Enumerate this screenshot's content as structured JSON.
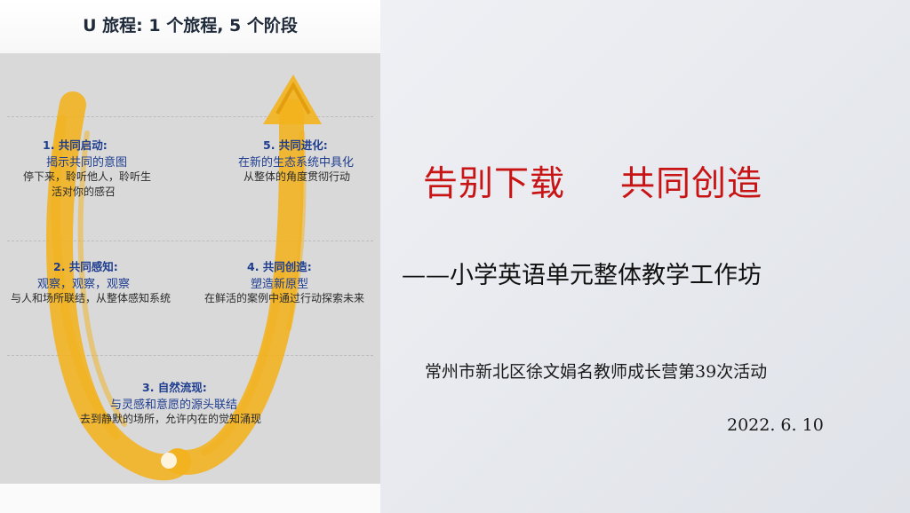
{
  "left_panel": {
    "title": "U 旅程: 1 个旅程, 5 个阶段",
    "stages": [
      {
        "head": "1.  共同启动:",
        "sub": "揭示共同的意图",
        "desc": [
          "停下来，聆听他人，聆听生",
          "活对你的感召"
        ]
      },
      {
        "head": "2. 共同感知:",
        "sub": "观察，观察，观察",
        "desc": [
          "与人和场所联结，从整体感知系统"
        ]
      },
      {
        "head": "3. 自然流现:",
        "sub": "与灵感和意愿的源头联结",
        "desc": [
          "去到静默的场所，允许内在的觉知涌现"
        ]
      },
      {
        "head": "4. 共同创造:",
        "sub": "塑造新原型",
        "desc": [
          "在鲜活的案例中通过行动探索未来"
        ]
      },
      {
        "head": "5. 共同进化:",
        "sub": "在新的生态系统中具化",
        "desc": [
          "从整体的角度贯彻行动"
        ]
      }
    ],
    "colors": {
      "u_shape": "#f2b21c",
      "stage_text": "#1e3d8f"
    }
  },
  "main": {
    "title_part1": "告别下载",
    "title_part2": "共同创造",
    "subtitle": "——小学英语单元整体教学工作坊",
    "activity": "常州市新北区徐文娟名教师成长营第39次活动",
    "date": "2022. 6. 10",
    "colors": {
      "title": "#c81414"
    }
  }
}
